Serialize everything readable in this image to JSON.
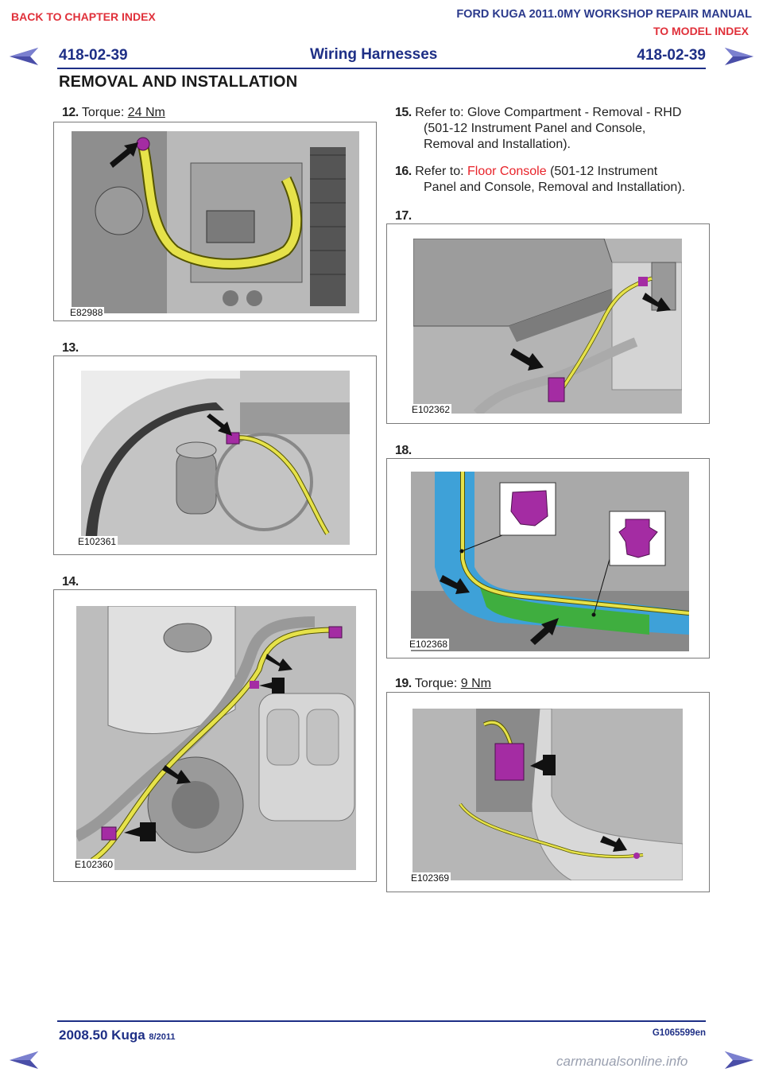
{
  "nav": {
    "back_to_chapter": "BACK TO CHAPTER INDEX",
    "to_model_index": "TO MODEL INDEX",
    "manual_title": "FORD KUGA 2011.0MY WORKSHOP REPAIR MANUAL"
  },
  "header": {
    "page_left": "418-02-39",
    "title": "Wiring Harnesses",
    "page_right": "418-02-39",
    "section": "REMOVAL AND INSTALLATION"
  },
  "steps": {
    "s12": {
      "num": "12.",
      "prefix": "Torque: ",
      "value": "24 Nm",
      "fig": "E82988"
    },
    "s13": {
      "num": "13.",
      "fig": "E102361"
    },
    "s14": {
      "num": "14.",
      "fig": "E102360"
    },
    "s15": {
      "num": "15.",
      "line1": "Refer to: Glove Compartment - Removal - RHD",
      "line2": "(501-12 Instrument Panel and Console,",
      "line3": "Removal and Installation)."
    },
    "s16": {
      "num": "16.",
      "prefix": "Refer to: ",
      "link": "Floor Console",
      "suffix": " (501-12 Instrument",
      "line2": "Panel and Console, Removal and Installation)."
    },
    "s17": {
      "num": "17.",
      "fig": "E102362"
    },
    "s18": {
      "num": "18.",
      "fig": "E102368"
    },
    "s19": {
      "num": "19.",
      "prefix": "Torque: ",
      "value": "9 Nm",
      "fig": "E102369"
    }
  },
  "footer": {
    "model": "2008.50 Kuga",
    "date": "8/2011",
    "doc_id": "G1065599en",
    "watermark": "carmanualsonline.info"
  },
  "colors": {
    "harness": "#e6e24a",
    "connector": "#a42ca3",
    "link_red": "#e0303a",
    "header_blue": "#1e2f86"
  }
}
